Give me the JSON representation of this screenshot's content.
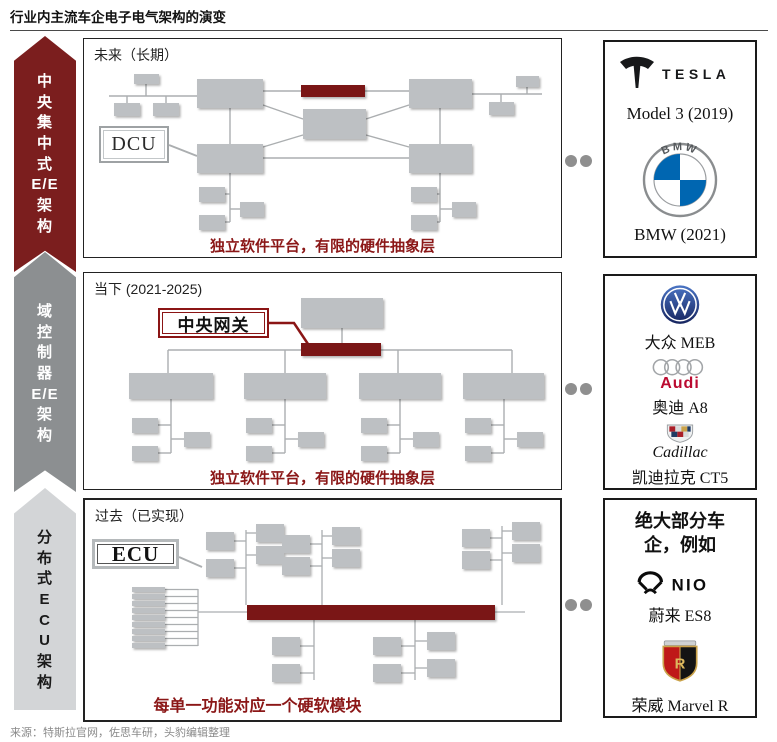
{
  "title": "行业内主流车企电子电气架构的演变",
  "footer": "来源：特斯拉官网，佐思车研，头豹编辑整理",
  "stages": [
    {
      "name": "中央集中式E/E架构",
      "lines": [
        "中",
        "央",
        "集",
        "中",
        "式",
        "E/E",
        "架",
        "构"
      ]
    },
    {
      "name": "域控制器E/E架构",
      "lines": [
        "域",
        "控",
        "制",
        "器",
        "E/E",
        "架",
        "构"
      ]
    },
    {
      "name": "分布式ECU架构",
      "lines": [
        "分",
        "布",
        "式",
        "E",
        "C",
        "U",
        "架",
        "构"
      ]
    }
  ],
  "panels": [
    {
      "label": "未来（长期）",
      "tag": "DCU",
      "caption": "独立软件平台，有限的硬件抽象层"
    },
    {
      "label": "当下 (2021-2025)",
      "tag": "中央网关",
      "caption": "独立软件平台，有限的硬件抽象层"
    },
    {
      "label": "过去（已实现）",
      "tag": "ECU",
      "caption": "每单一功能对应一个硬软模块"
    }
  ],
  "examples": [
    {
      "items": [
        {
          "brand": "Tesla",
          "wordmark": "TESLA",
          "caption": "Model 3 (2019)"
        },
        {
          "brand": "BMW",
          "wordmark": "BMW",
          "caption": "BMW (2021)"
        }
      ]
    },
    {
      "items": [
        {
          "brand": "Volkswagen",
          "caption": "大众 MEB"
        },
        {
          "brand": "Audi",
          "wordmark": "Audi",
          "caption": "奥迪 A8"
        },
        {
          "brand": "Cadillac",
          "wordmark": "Cadillac",
          "caption": "凯迪拉克 CT5"
        }
      ]
    },
    {
      "heading": "绝大部分车企，例如",
      "items": [
        {
          "brand": "NIO",
          "wordmark": "NIO",
          "caption": "蔚来 ES8"
        },
        {
          "brand": "Roewe",
          "caption": "荣威 Marvel R"
        }
      ]
    }
  ],
  "colors": {
    "accent_red": "#7b1717",
    "caption_red": "#8b1717",
    "box_gray": "#bdc0c3",
    "line_gray": "#abaeb0",
    "stage1_fill": "#7b1e1e",
    "stage2_fill": "#8c8f91",
    "stage3_fill": "#d3d5d7",
    "dot_gray": "#8f8f8f",
    "bmw_blue": "#0066b1",
    "vw_blue": "#24408f",
    "audi_red": "#bb0a30"
  }
}
